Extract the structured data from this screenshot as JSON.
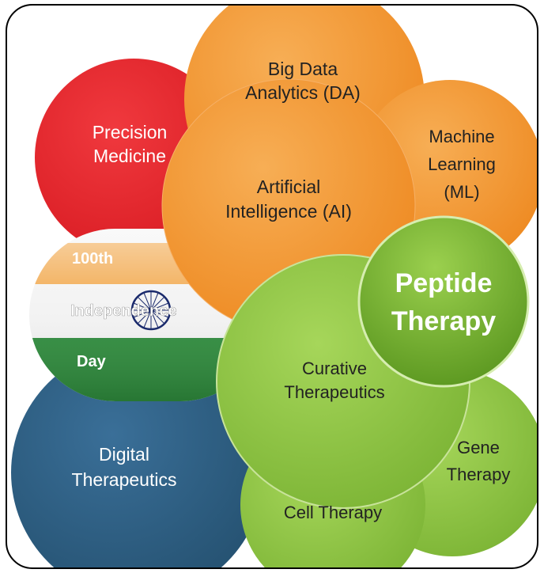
{
  "diagram": {
    "precision_medicine": [
      "Precision",
      "Medicine"
    ],
    "big_data": [
      "Big Data",
      "Analytics (DA)"
    ],
    "machine_learning": [
      "Machine",
      "Learning",
      "(ML)"
    ],
    "artificial_intelligence": [
      "Artificial",
      "Intelligence (AI)"
    ],
    "peptide_therapy": [
      "Peptide",
      "Therapy"
    ],
    "pill": [
      "100th",
      "Independence",
      "Day"
    ],
    "curative_therapeutics": [
      "Curative",
      "Therapeutics"
    ],
    "gene_therapy": [
      "Gene",
      "Therapy"
    ],
    "digital_therapeutics": [
      "Digital",
      "Therapeutics"
    ],
    "cell_therapy": "Cell Therapy"
  },
  "colors": {
    "red": "#e8222a",
    "orange": "#f39a3b",
    "green": "#8cc43f",
    "green_dark": "#6ba52c",
    "blue": "#2e5f86",
    "saffron": "#f0a03c",
    "india_green": "#2e8b3c",
    "chakra": "#1a2a6c"
  }
}
